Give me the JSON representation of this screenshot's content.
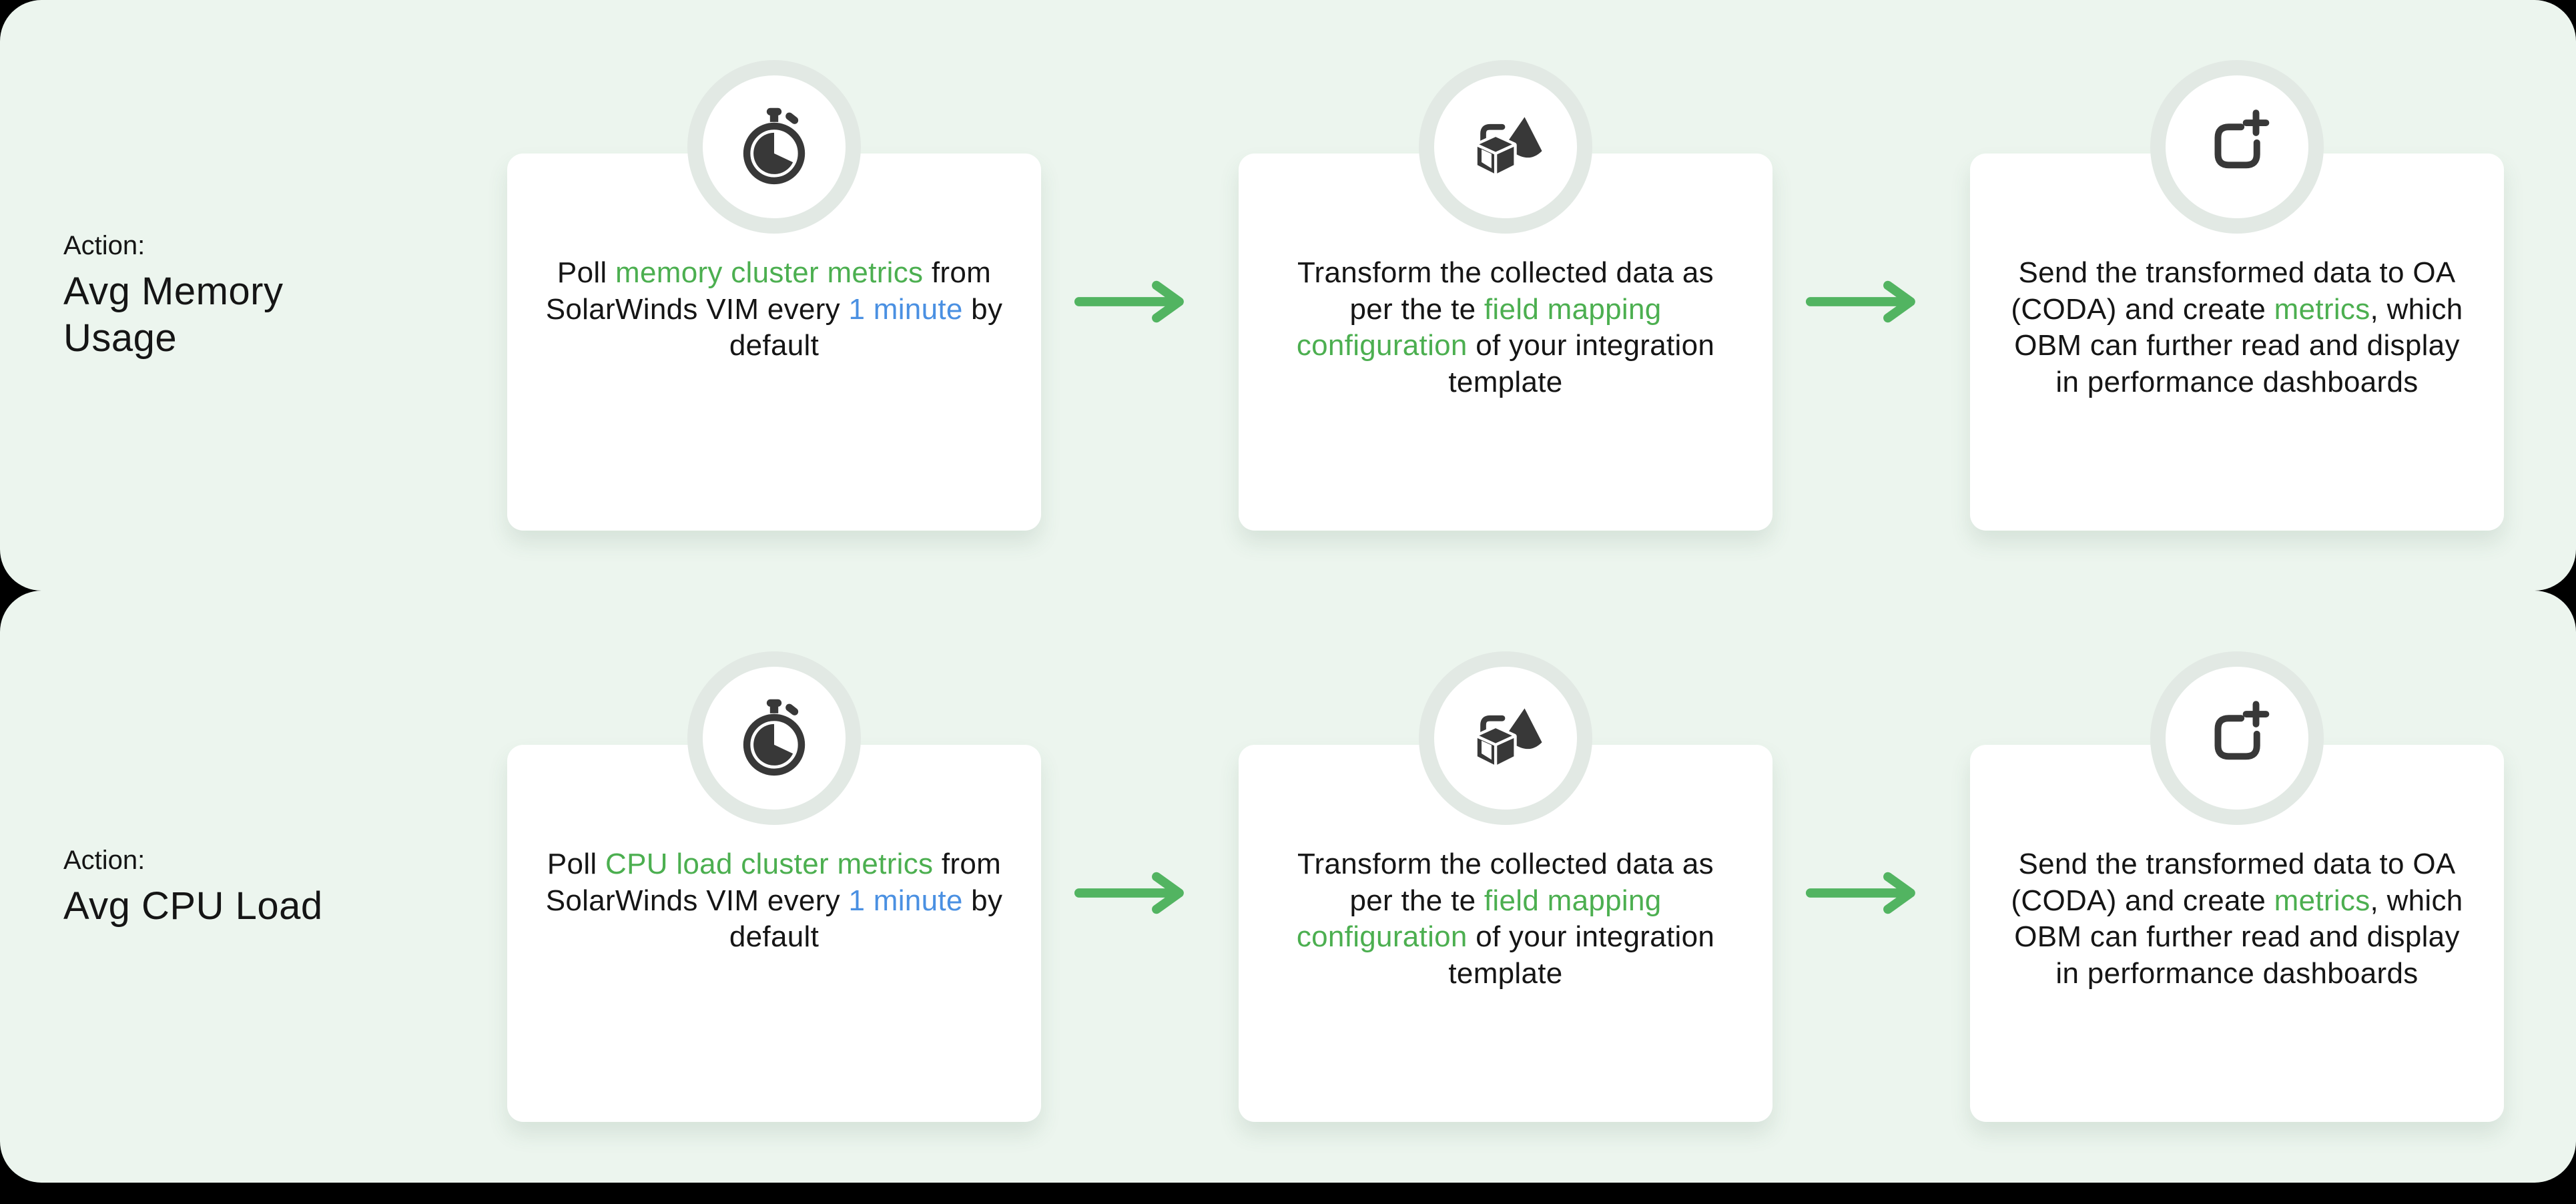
{
  "colors": {
    "background": "#000000",
    "panel": "#ECF5EE",
    "card": "#FFFFFF",
    "icon_ring": "#E2E9E4",
    "icon_glyph": "#383838",
    "arrow": "#52B461",
    "text": "#151515",
    "green": "#4CAF50",
    "blue": "#4A90E2"
  },
  "rows": [
    {
      "action_label": "Action:",
      "action_title": "Avg Memory Usage",
      "steps": [
        {
          "icon": "stopwatch-icon",
          "segments": [
            {
              "text": "Poll ",
              "color": "text"
            },
            {
              "text": "memory cluster metrics",
              "color": "green"
            },
            {
              "text": " from SolarWinds VIM every ",
              "color": "text"
            },
            {
              "text": "1 minute",
              "color": "blue"
            },
            {
              "text": " by default",
              "color": "text"
            }
          ]
        },
        {
          "icon": "transform-shapes-icon",
          "segments": [
            {
              "text": "Transform the collected data as per the te ",
              "color": "text"
            },
            {
              "text": "field mapping configuration",
              "color": "green"
            },
            {
              "text": " of your integration template",
              "color": "text"
            }
          ]
        },
        {
          "icon": "add-metrics-icon",
          "segments": [
            {
              "text": "Send the transformed data to OA (CODA) and create ",
              "color": "text"
            },
            {
              "text": "metrics",
              "color": "green"
            },
            {
              "text": ", which OBM can further read and display in performance dashboards",
              "color": "text"
            }
          ]
        }
      ]
    },
    {
      "action_label": "Action:",
      "action_title": "Avg CPU Load",
      "steps": [
        {
          "icon": "stopwatch-icon",
          "segments": [
            {
              "text": "Poll ",
              "color": "text"
            },
            {
              "text": "CPU load cluster metrics",
              "color": "green"
            },
            {
              "text": " from SolarWinds VIM every ",
              "color": "text"
            },
            {
              "text": "1 minute",
              "color": "blue"
            },
            {
              "text": " by default",
              "color": "text"
            }
          ]
        },
        {
          "icon": "transform-shapes-icon",
          "segments": [
            {
              "text": "Transform the collected data as per the te ",
              "color": "text"
            },
            {
              "text": "field mapping configuration",
              "color": "green"
            },
            {
              "text": " of your integration template",
              "color": "text"
            }
          ]
        },
        {
          "icon": "add-metrics-icon",
          "segments": [
            {
              "text": "Send the transformed data to OA (CODA) and create ",
              "color": "text"
            },
            {
              "text": "metrics",
              "color": "green"
            },
            {
              "text": ", which OBM can further read and display in performance dashboards",
              "color": "text"
            }
          ]
        }
      ]
    }
  ]
}
